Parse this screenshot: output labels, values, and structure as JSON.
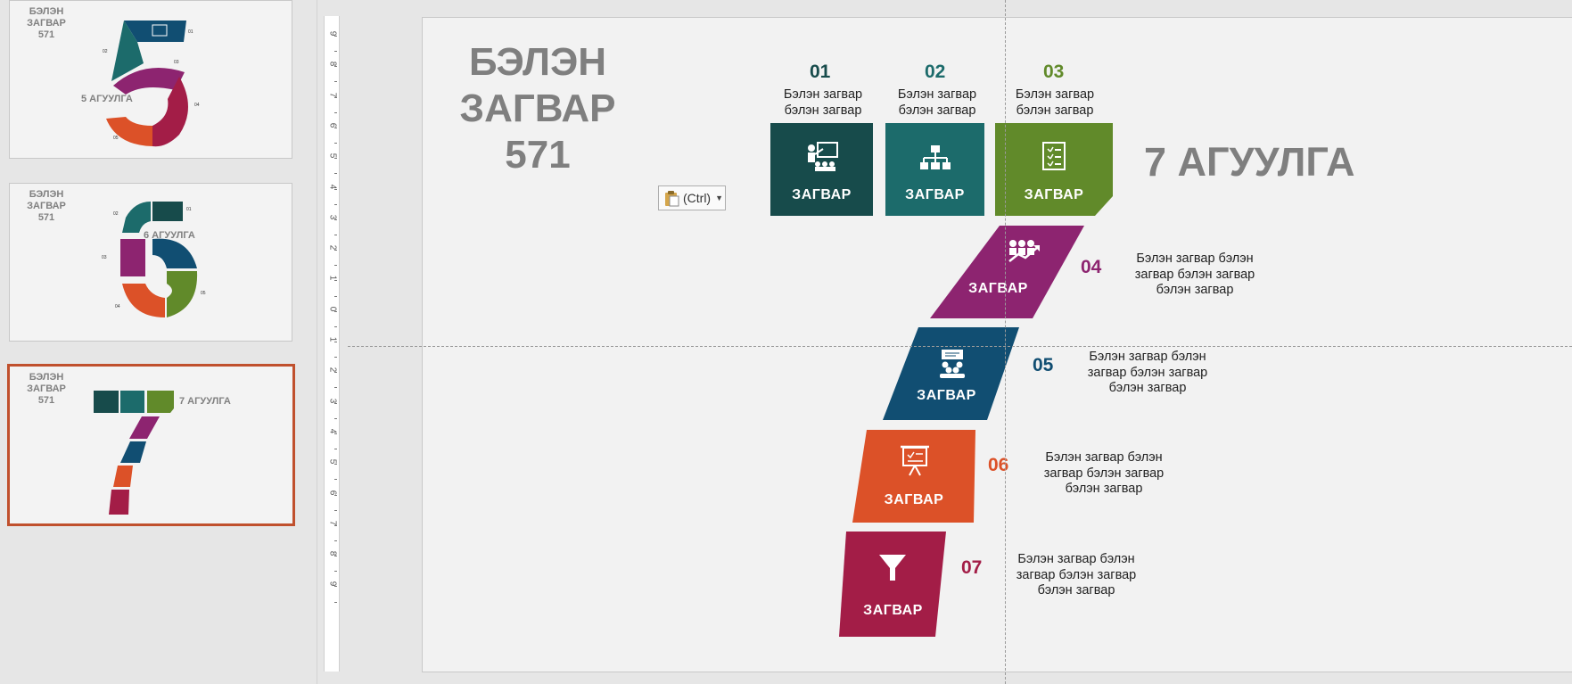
{
  "thumbnails": [
    {
      "title": [
        "БЭЛЭН",
        "ЗАГВАР",
        "571"
      ],
      "caption": "5 АГУУЛГА",
      "selected": false
    },
    {
      "title": [
        "БЭЛЭН",
        "ЗАГВАР",
        "571"
      ],
      "caption": "6 АГУУЛГА",
      "selected": false
    },
    {
      "title": [
        "БЭЛЭН",
        "ЗАГВАР",
        "571"
      ],
      "caption": "7 АГУУЛГА",
      "selected": true
    }
  ],
  "ruler": {
    "labels": [
      "9",
      "8",
      "7",
      "6",
      "5",
      "4",
      "3",
      "2",
      "1",
      "0",
      "1",
      "2",
      "3",
      "4",
      "5",
      "6",
      "7",
      "8",
      "9"
    ]
  },
  "slide": {
    "title_lines": [
      "БЭЛЭН",
      "ЗАГВАР",
      "571"
    ],
    "subtitle": "7 АГУУЛГА",
    "paste_button_label": "(Ctrl)",
    "items": [
      {
        "number": "01",
        "color": "#174b4b",
        "label": "ЗАГВАР",
        "icon": "presenter-icon",
        "desc": [
          "Бэлэн загвар",
          "бэлэн загвар"
        ]
      },
      {
        "number": "02",
        "color": "#1c6b6b",
        "label": "ЗАГВАР",
        "icon": "org-chart-icon",
        "desc": [
          "Бэлэн загвар",
          "бэлэн загвар"
        ]
      },
      {
        "number": "03",
        "color": "#618a2a",
        "label": "ЗАГВАР",
        "icon": "checklist-icon",
        "desc": [
          "Бэлэн загвар",
          "бэлэн загвар"
        ]
      },
      {
        "number": "04",
        "color": "#8d2470",
        "label": "ЗАГВАР",
        "icon": "team-growth-icon",
        "desc": [
          "Бэлэн загвар бэлэн",
          "загвар бэлэн загвар",
          "бэлэн загвар"
        ]
      },
      {
        "number": "05",
        "color": "#114e72",
        "label": "ЗАГВАР",
        "icon": "meeting-icon",
        "desc": [
          "Бэлэн загвар бэлэн",
          "загвар бэлэн загвар",
          "бэлэн загвар"
        ]
      },
      {
        "number": "06",
        "color": "#dc5128",
        "label": "ЗАГВАР",
        "icon": "presentation-board-icon",
        "desc": [
          "Бэлэн загвар бэлэн",
          "загвар бэлэн загвар",
          "бэлэн загвар"
        ]
      },
      {
        "number": "07",
        "color": "#a31d47",
        "label": "ЗАГВАР",
        "icon": "funnel-icon",
        "desc": [
          "Бэлэн загвар бэлэн",
          "загвар бэлэн загвар",
          "бэлэн загвар"
        ]
      }
    ]
  }
}
